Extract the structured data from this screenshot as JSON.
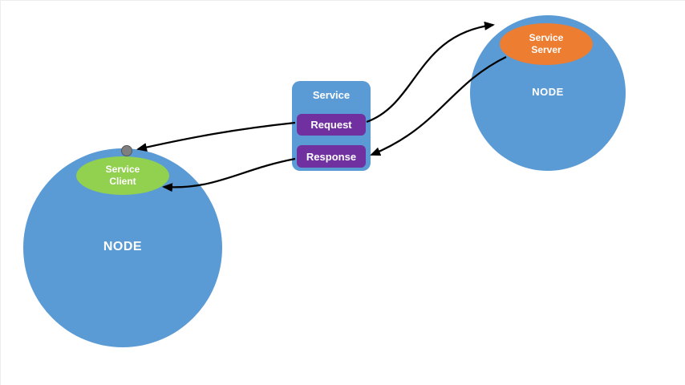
{
  "diagram": {
    "left_node": {
      "label": "NODE"
    },
    "right_node": {
      "label": "NODE"
    },
    "service_client": {
      "line1": "Service",
      "line2": "Client"
    },
    "service_server": {
      "line1": "Service",
      "line2": "Server"
    },
    "service_box": {
      "title": "Service",
      "request_label": "Request",
      "response_label": "Response"
    }
  },
  "colors": {
    "node_blue": "#5b9bd5",
    "client_green": "#92d050",
    "server_orange": "#ed7d31",
    "request_purple": "#7030a0",
    "response_purple": "#7030a0",
    "dot_gray": "#7f7f7f",
    "arrow_black": "#000000",
    "text_white": "#ffffff",
    "background": "#ffffff"
  }
}
